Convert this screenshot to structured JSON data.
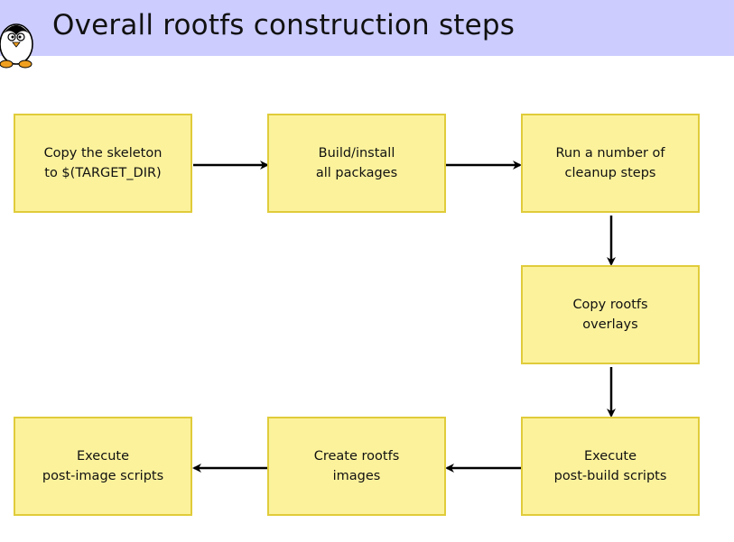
{
  "header": {
    "title": "Overall rootfs construction steps",
    "background": "#ccccff"
  },
  "logo": {
    "icon": "penguin-icon"
  },
  "diagram": {
    "box_fill": "#fcf29c",
    "box_border": "#e0cc3a",
    "arrow_color": "#000000",
    "steps": [
      {
        "line1": "Copy the skeleton",
        "line2": "to $(TARGET_DIR)"
      },
      {
        "line1": "Build/install",
        "line2": "all packages"
      },
      {
        "line1": "Run a number of",
        "line2": "cleanup steps"
      },
      {
        "line1": "Copy rootfs",
        "line2": "overlays"
      },
      {
        "line1": "Execute",
        "line2": "post-build scripts"
      },
      {
        "line1": "Create rootfs",
        "line2": "images"
      },
      {
        "line1": "Execute",
        "line2": "post-image scripts"
      }
    ]
  }
}
